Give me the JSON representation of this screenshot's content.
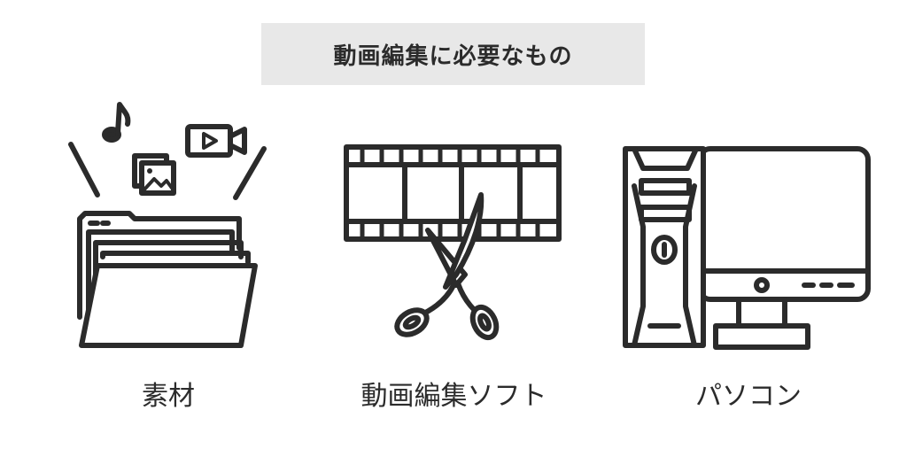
{
  "title": "動画編集に必要なもの",
  "items": [
    {
      "label": "素材",
      "icon": "folder-media-icon"
    },
    {
      "label": "動画編集ソフト",
      "icon": "film-scissors-icon"
    },
    {
      "label": "パソコン",
      "icon": "desktop-computer-icon"
    }
  ],
  "colors": {
    "ink": "#2b2b2b",
    "title_background": "#e8e8e8",
    "background": "#ffffff"
  }
}
